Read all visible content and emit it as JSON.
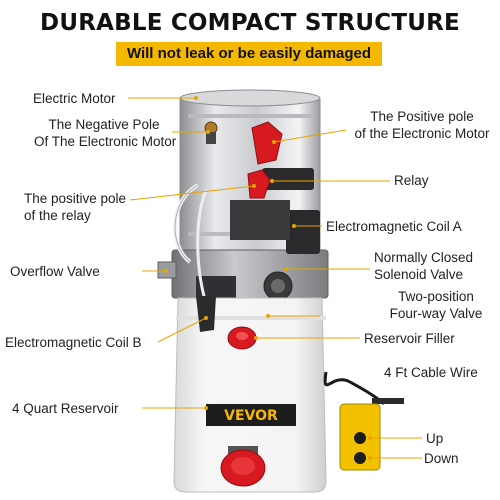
{
  "header": {
    "title": "DURABLE COMPACT STRUCTURE",
    "subtitle": "Will not leak or be easily damaged"
  },
  "brand": "VEVOR",
  "colors": {
    "accent": "#f5b800",
    "leader_line": "#e8a400",
    "reservoir": "#f2f2f2",
    "red_cap": "#d71920",
    "remote": "#f2c200"
  },
  "labels": {
    "electric_motor": "Electric Motor",
    "negative_pole_1": "The Negative Pole",
    "negative_pole_2": "Of The Electronic Motor",
    "positive_pole_motor_1": "The Positive pole",
    "positive_pole_motor_2": "of the Electronic Motor",
    "relay": "Relay",
    "positive_pole_relay_1": "The positive pole",
    "positive_pole_relay_2": "of the relay",
    "coil_a": "Electromagnetic Coil A",
    "overflow_valve": "Overflow Valve",
    "nc_valve_1": "Normally Closed",
    "nc_valve_2": "Solenoid Valve",
    "four_way_1": "Two-position",
    "four_way_2": "Four-way Valve",
    "coil_b": "Electromagnetic Coil B",
    "reservoir_filler": "Reservoir Filler",
    "cable_wire": "4 Ft Cable Wire",
    "reservoir": "4 Quart Reservoir",
    "up": "Up",
    "down": "Down"
  }
}
